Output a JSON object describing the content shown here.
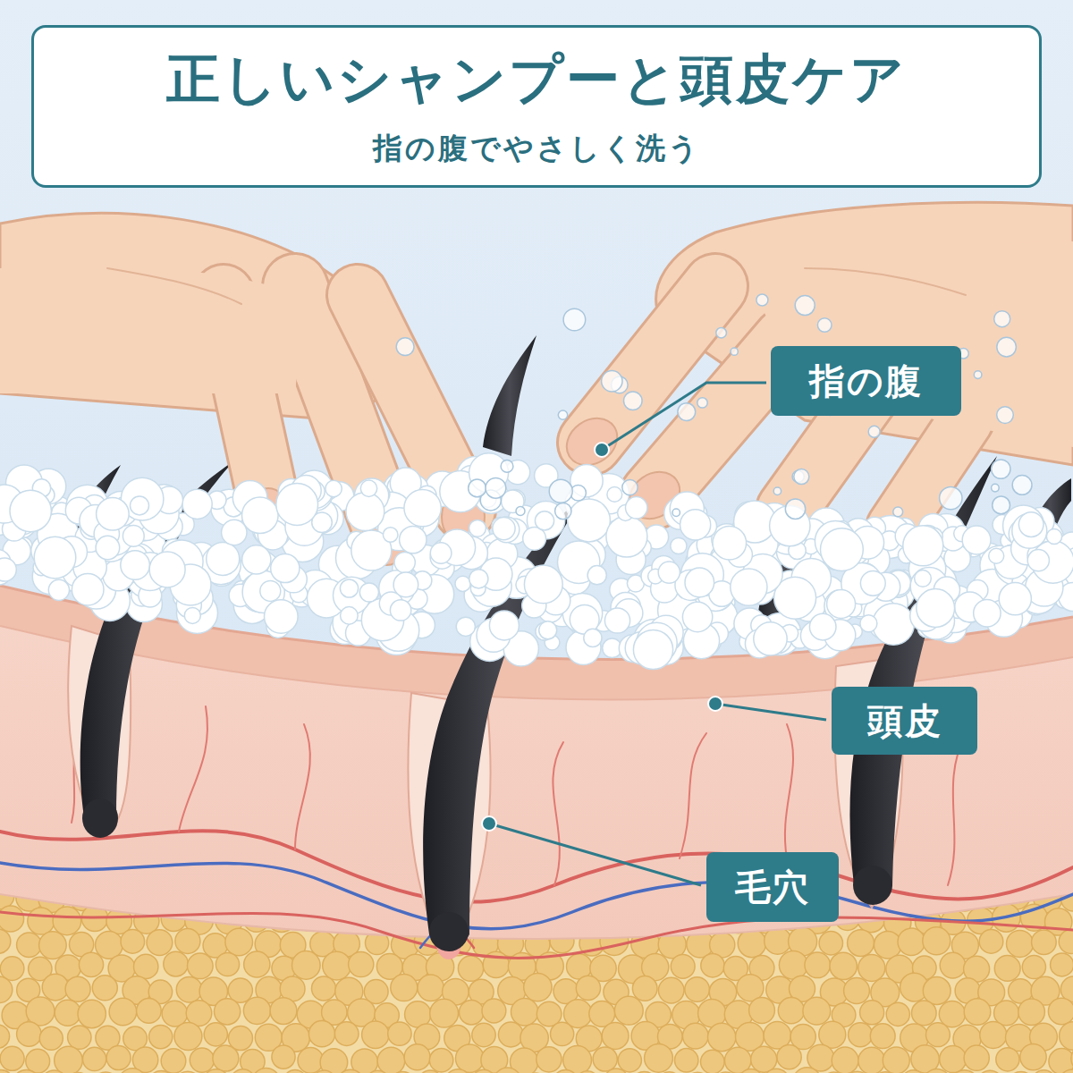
{
  "diagram": {
    "nodes": [
      {
        "text": [
          "正しいシャンプーと頭皮ケア",
          "指の腹でやさしく洗う"
        ]
      },
      {
        "text": [
          "指の腹"
        ]
      },
      {
        "text": [
          "頭皮"
        ]
      },
      {
        "text": [
          "毛穴"
        ]
      }
    ]
  }
}
